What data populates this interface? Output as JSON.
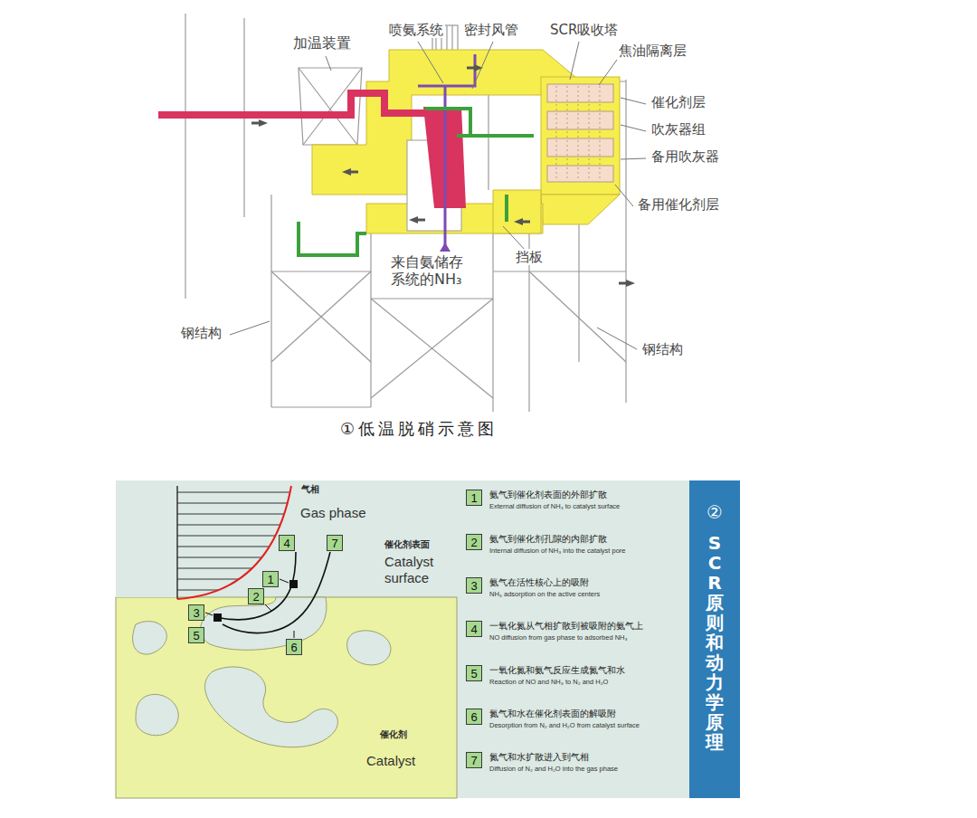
{
  "diagram": {
    "caption": "①低温脱硝示意图",
    "nodes": [
      {
        "text": [
          "4"
        ]
      },
      {
        "text": [
          "7"
        ]
      },
      {
        "text": [
          "1"
        ]
      },
      {
        "text": [
          "3"
        ]
      },
      {
        "text": [
          "2"
        ]
      },
      {
        "text": [
          "5"
        ]
      },
      {
        "text": [
          "6"
        ]
      },
      {
        "text": [
          "1"
        ]
      },
      {
        "text": [
          "2"
        ]
      },
      {
        "text": [
          "3"
        ]
      },
      {
        "text": [
          "4"
        ]
      },
      {
        "text": [
          "5"
        ]
      },
      {
        "text": [
          "6"
        ]
      },
      {
        "text": [
          "7"
        ]
      },
      {
        "text": [
          "②",
          "SCR原则和动力学原理"
        ]
      }
    ],
    "labels": [
      "加温装置",
      "喷氨系统",
      "密封风管",
      "SCR吸收塔",
      "焦油隔离层",
      "催化剂层",
      "吹灰器组",
      "备用吹灰器",
      "备用催化剂层",
      "来自氨储存系统的NH₃",
      "挡板",
      "钢结构",
      "钢结构",
      "气相",
      "Gas phase",
      "催化剂表面",
      "Catalyst surface",
      "催化剂",
      "Catalyst",
      "氨气到催化剂表面的外部扩散",
      "External diffusion of NH₃ to catalyst surface",
      "氨气到催化剂孔隙的内部扩散",
      "Internal diffusion of NH₃ into the catalyst pore",
      "氨气在活性核心上的吸附",
      "NH₃ adsorption on the active centers",
      "一氧化氮从气相扩散到被吸附的氨气上",
      "NO diffusion from gas phase to adsorbed NH₃",
      "一氧化氮和氨气反应生成氮气和水",
      "Reaction of NO and NH₃ to N₂ and H₂O",
      "氮气和水在催化剂表面的解吸附",
      "Desorption from N₂ and H₂O from catalyst surface",
      "氮气和水扩散进入到气相",
      "Diffusion of N₂ and H₂O into the gas phase"
    ]
  }
}
